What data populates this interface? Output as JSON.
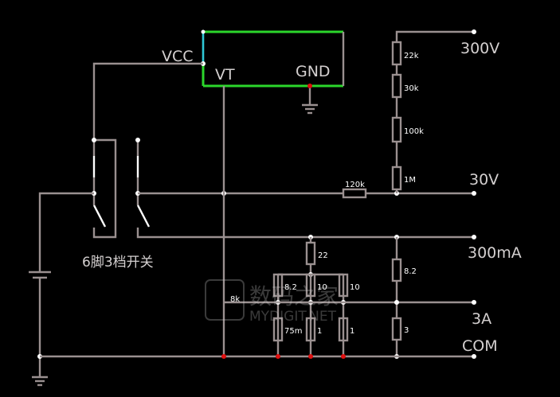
{
  "labels": {
    "vcc": "VCC",
    "vt": "VT",
    "gnd": "GND",
    "switch": "6脚3档开关",
    "terminals": [
      "300V",
      "30V",
      "300mA",
      "3A",
      "COM"
    ]
  },
  "resistors": {
    "voltage_chain": [
      "22k",
      "30k",
      "100k",
      "1M"
    ],
    "series_30v": "120k",
    "vt_resistor": "8k",
    "shunt_top": "22",
    "shunt_branch_top": [
      "8.2",
      "10",
      "10"
    ],
    "shunt_branch_bottom": [
      "75m",
      "1",
      "1"
    ],
    "current_chain": [
      "8.2",
      "3"
    ]
  },
  "watermark": {
    "cn": "数码之家",
    "en": "MYDIGIT.NET"
  },
  "colors": {
    "wire": "#9a9090",
    "module_border": "#2bd62b",
    "vcc_link": "#2fc8d6",
    "junction": "#ffffff",
    "ground_junction": "#e01010"
  }
}
